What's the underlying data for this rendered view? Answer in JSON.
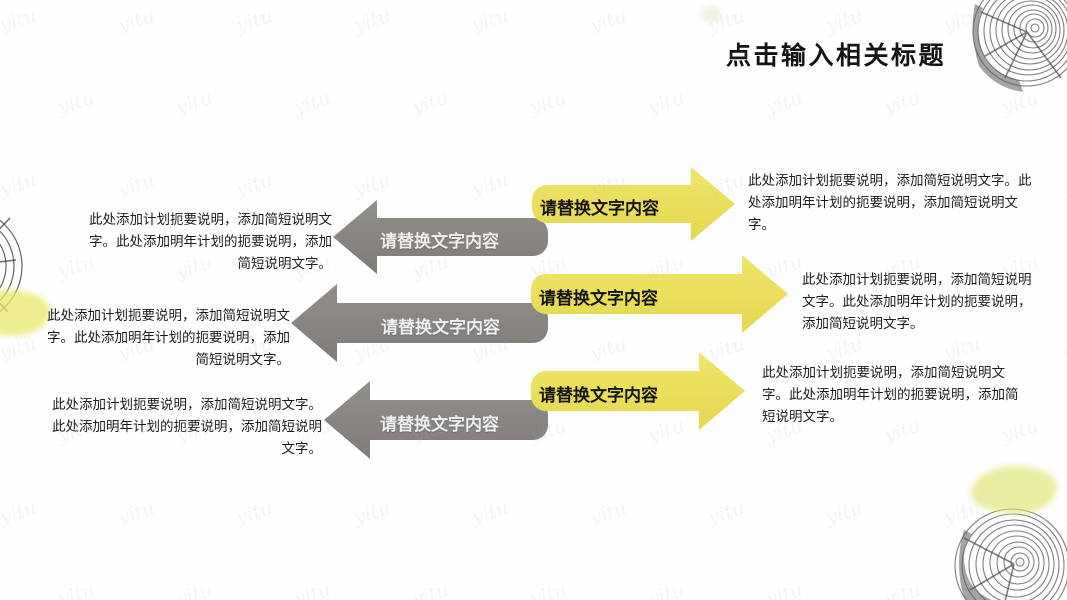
{
  "slide": {
    "title": "点击输入相关标题",
    "background_color": "#ffffff",
    "watermark_text": "yitu"
  },
  "colors": {
    "yellow_arrow": "#ecdf5c",
    "yellow_arrow_dark": "#ddd04e",
    "gray_arrow": "#8a8683",
    "gray_arrow_dark": "#6f6b68",
    "title_text": "#141414",
    "body_text": "#1c1c1c",
    "gray_label_text": "#efefef",
    "yellow_label_text": "#141414",
    "wash_left": "#e9e96a",
    "wash_bottom_right": "#dde36a"
  },
  "gray_arrows": [
    {
      "label": "请替换文字内容",
      "direction": "left"
    },
    {
      "label": "请替换文字内容",
      "direction": "left"
    },
    {
      "label": "请替换文字内容",
      "direction": "left"
    }
  ],
  "yellow_arrows": [
    {
      "label": "请替换文字内容",
      "direction": "right"
    },
    {
      "label": "请替换文字内容",
      "direction": "right"
    },
    {
      "label": "请替换文字内容",
      "direction": "right"
    }
  ],
  "left_descriptions": [
    "此处添加计划扼要说明，添加简短说明文字。此处添加明年计划的扼要说明，添加简短说明文字。",
    "此处添加计划扼要说明，添加简短说明文字。此处添加明年计划的扼要说明，添加简短说明文字。",
    "此处添加计划扼要说明，添加简短说明文字。此处添加明年计划的扼要说明，添加简短说明文字。"
  ],
  "right_descriptions": [
    "此处添加计划扼要说明，添加简短说明文字。此处添加明年计划的扼要说明，添加简短说明文字。",
    "此处添加计划扼要说明，添加简短说明文字。此处添加明年计划的扼要说明，添加简短说明文字。",
    "此处添加计划扼要说明，添加简短说明文字。此处添加明年计划的扼要说明，添加简短说明文字。"
  ],
  "decorations": [
    {
      "name": "tree-ring-top-right",
      "position": "top-right"
    },
    {
      "name": "tree-ring-bottom-right",
      "position": "bottom-right"
    },
    {
      "name": "tree-ring-left",
      "position": "left-middle"
    }
  ]
}
